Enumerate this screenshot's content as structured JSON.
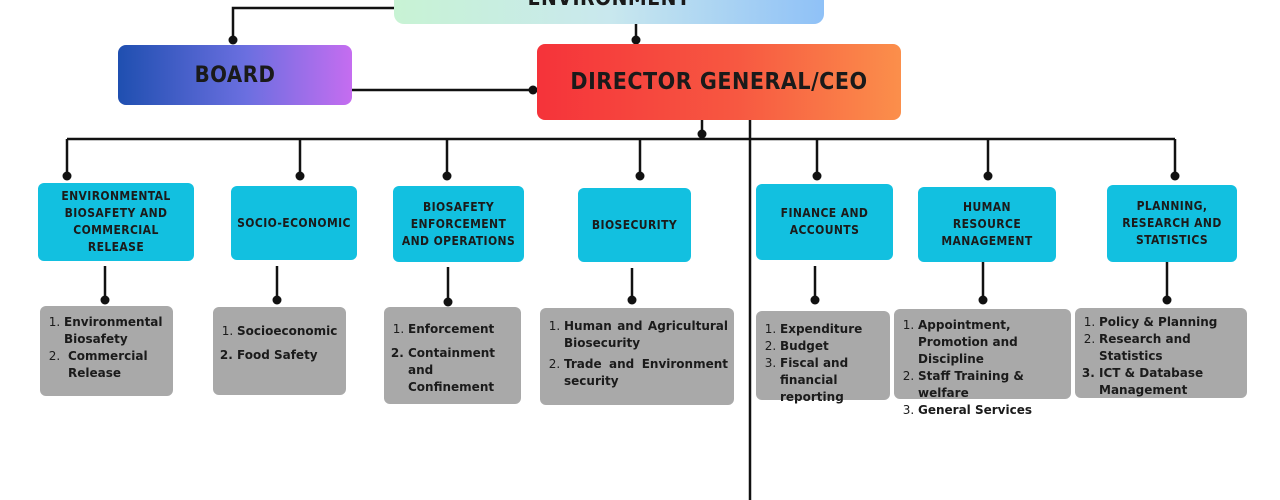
{
  "top": {
    "minister": "HONORABLE MINISTER OF ENVIRONMENT",
    "board": "BOARD",
    "director": "DIRECTOR GENERAL/CEO"
  },
  "departments": [
    {
      "title": "ENVIRONMENTAL BIOSAFETY AND COMMERCIAL RELEASE",
      "items": [
        "Environmental Biosafety",
        "Commercial Release"
      ]
    },
    {
      "title": "SOCIO-ECONOMIC",
      "items": [
        "Socioeconomic",
        "Food Safety"
      ]
    },
    {
      "title": "BIOSAFETY ENFORCEMENT AND OPERATIONS",
      "items": [
        "Enforcement",
        "Containment and Confinement"
      ]
    },
    {
      "title": "BIOSECURITY",
      "items": [
        "Human and Agricultural Biosecurity",
        "Trade and Environment security"
      ]
    },
    {
      "title": "FINANCE AND ACCOUNTS",
      "items": [
        "Expenditure",
        "Budget",
        "Fiscal and financial reporting"
      ]
    },
    {
      "title": "HUMAN RESOURCE MANAGEMENT",
      "items": [
        "Appointment, Promotion and Discipline",
        "Staff Training & welfare",
        "General Services"
      ]
    },
    {
      "title": "PLANNING, RESEARCH AND STATISTICS",
      "items": [
        "Policy & Planning",
        "Research and Statistics",
        "ICT & Database Management"
      ]
    }
  ]
}
